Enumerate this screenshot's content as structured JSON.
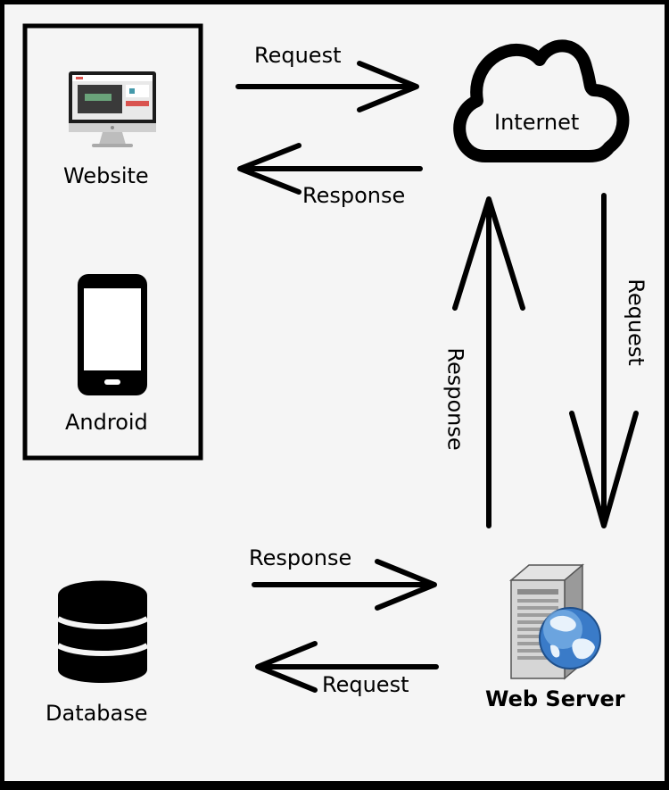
{
  "nodes": {
    "website": {
      "label": "Website"
    },
    "android": {
      "label": "Android"
    },
    "internet": {
      "label": "Internet"
    },
    "database": {
      "label": "Database"
    },
    "web_server": {
      "label": "Web Server"
    }
  },
  "edges": {
    "clients_to_internet": {
      "label": "Request"
    },
    "internet_to_clients": {
      "label": "Response"
    },
    "internet_to_server": {
      "label": "Request"
    },
    "server_to_internet": {
      "label": "Response"
    },
    "database_to_server": {
      "label": "Response"
    },
    "server_to_database": {
      "label": "Request"
    }
  }
}
